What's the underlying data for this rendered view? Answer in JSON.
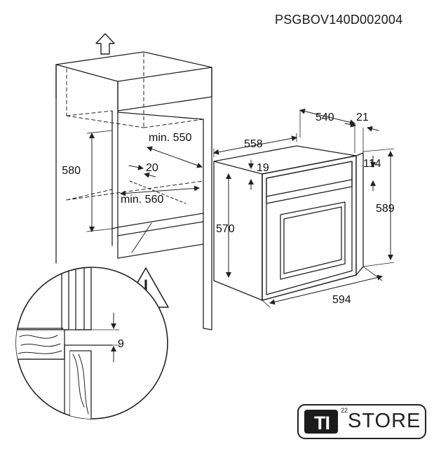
{
  "document_code": "PSGBOV140D002004",
  "dimensions": {
    "cabinet_height": "580",
    "cabinet_inner_width": "min. 550",
    "cabinet_depth": "min. 560",
    "cabinet_offset": "20",
    "oven_width": "594",
    "oven_height": "589",
    "oven_body_height": "570",
    "oven_depth_total": "558",
    "oven_depth_body": "540",
    "oven_front": "21",
    "oven_top_offset": "19",
    "oven_side_offset": "114",
    "detail_gap": "9"
  },
  "icons": {
    "move_arrow": "up-arrow-icon",
    "warning": "warning-icon"
  },
  "logo": {
    "mark": "TI",
    "superscript": "22",
    "word": "STORE"
  }
}
